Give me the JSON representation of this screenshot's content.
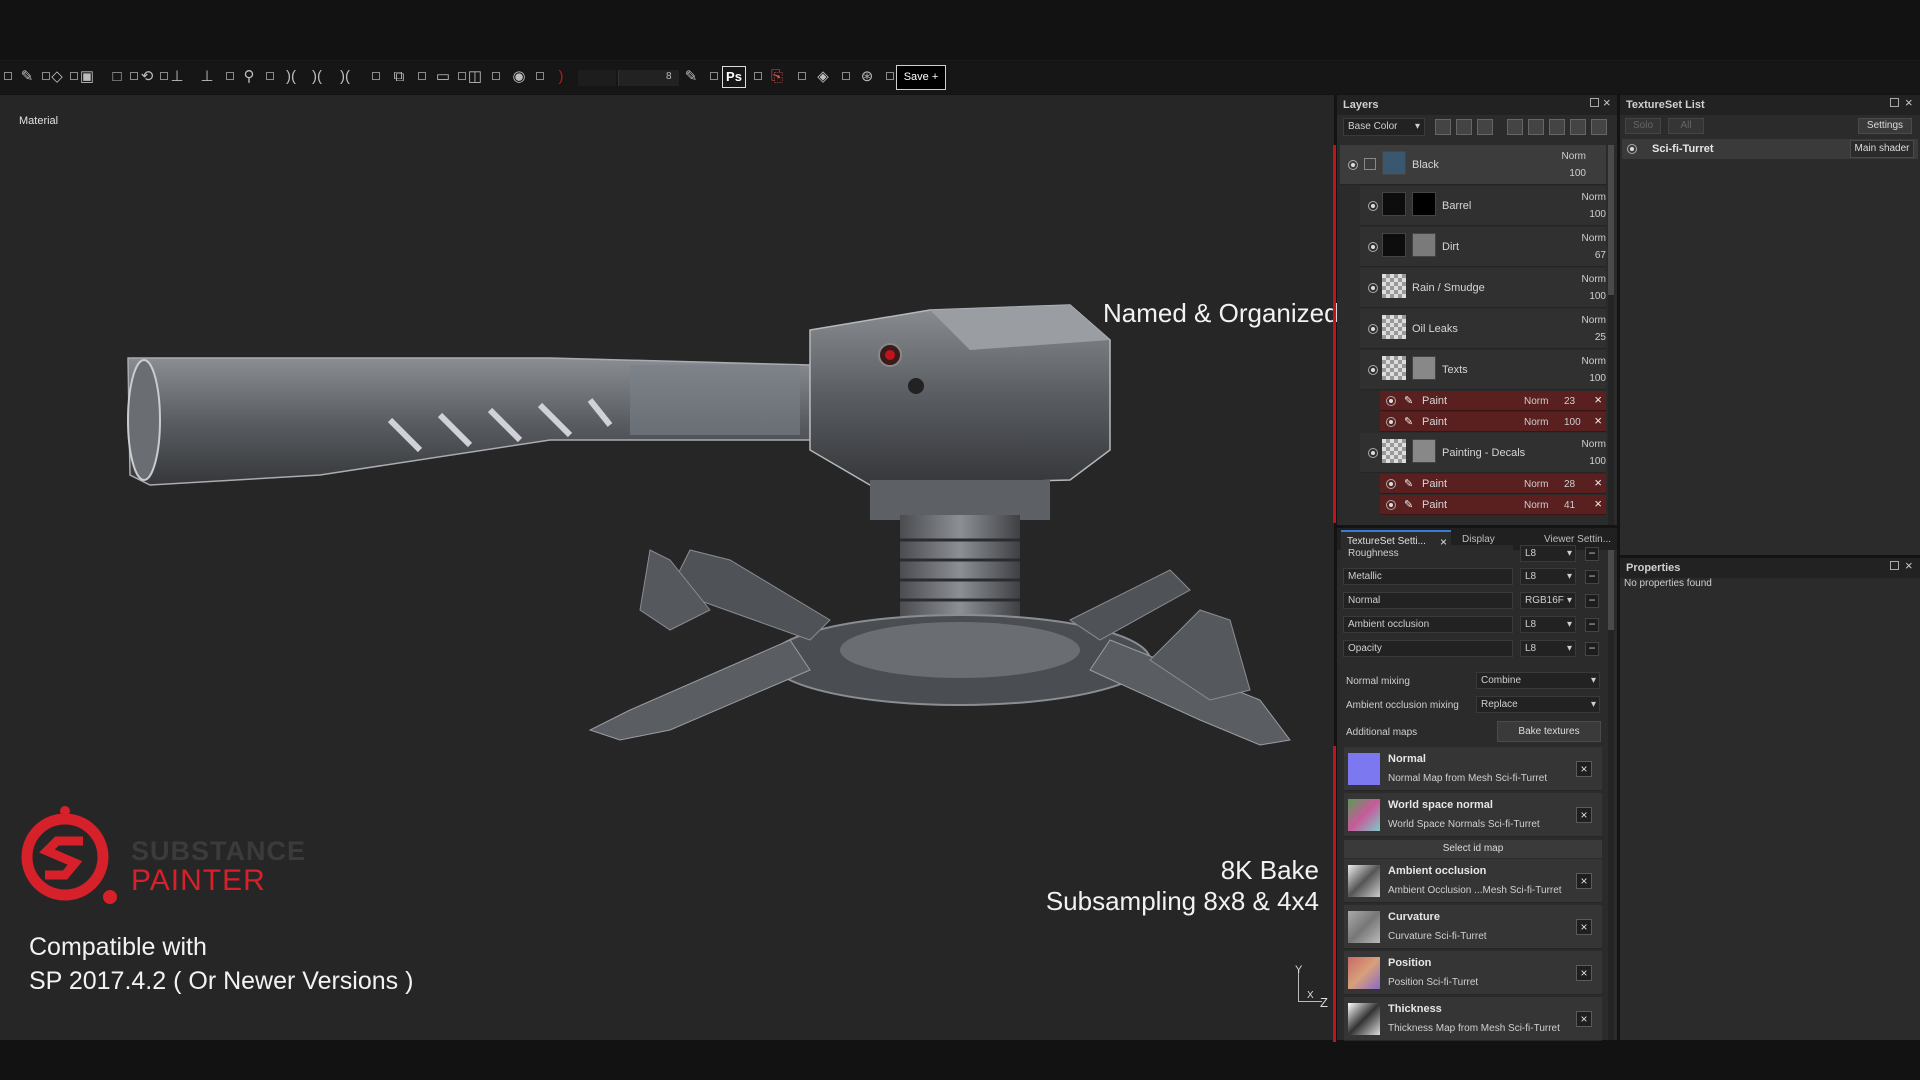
{
  "toolbar": {
    "brush_size_value": "8",
    "save_label": "Save +"
  },
  "viewport": {
    "mode_label": "Material",
    "overlay_named": "Named & Organized",
    "overlay_bake_line1": "8K Bake",
    "overlay_bake_line2": "Subsampling 8x8 & 4x4",
    "compat_line1": "Compatible with",
    "compat_line2": "SP 2017.4.2 ( Or Newer Versions )",
    "logo_line1": "SUBSTANCE",
    "logo_line2": "PAINTER",
    "axis_y": "Y",
    "axis_x": "X",
    "axis_z": "Z"
  },
  "layers": {
    "title": "Layers",
    "channel_select": "Base Color",
    "items": [
      {
        "name": "Black",
        "blend": "Norm",
        "opacity": "100"
      },
      {
        "name": "Barrel",
        "blend": "Norm",
        "opacity": "100"
      },
      {
        "name": "Dirt",
        "blend": "Norm",
        "opacity": "67"
      },
      {
        "name": "Rain / Smudge",
        "blend": "Norm",
        "opacity": "100"
      },
      {
        "name": "Oil Leaks",
        "blend": "Norm",
        "opacity": "25"
      },
      {
        "name": "Texts",
        "blend": "Norm",
        "opacity": "100"
      },
      {
        "name": "Painting - Decals",
        "blend": "Norm",
        "opacity": "100"
      }
    ],
    "effects": [
      {
        "name": "Paint",
        "blend": "Norm",
        "opacity": "23"
      },
      {
        "name": "Paint",
        "blend": "Norm",
        "opacity": "100"
      },
      {
        "name": "Paint",
        "blend": "Norm",
        "opacity": "28"
      },
      {
        "name": "Paint",
        "blend": "Norm",
        "opacity": "41"
      }
    ]
  },
  "textureset_list": {
    "title": "TextureSet List",
    "solo_label": "Solo",
    "all_label": "All",
    "settings_label": "Settings",
    "item_name": "Sci-fi-Turret",
    "item_shader": "Main shader"
  },
  "tabs": {
    "tab1": "TextureSet Setti...",
    "tab2": "Display Settin...",
    "tab3": "Viewer Settin..."
  },
  "textureset_settings": {
    "channels": [
      {
        "name": "Roughness",
        "format": "L8"
      },
      {
        "name": "Metallic",
        "format": "L8"
      },
      {
        "name": "Normal",
        "format": "RGB16F"
      },
      {
        "name": "Ambient occlusion",
        "format": "L8"
      },
      {
        "name": "Opacity",
        "format": "L8"
      }
    ],
    "normal_mixing_label": "Normal mixing",
    "normal_mixing_value": "Combine",
    "ao_mixing_label": "Ambient occlusion mixing",
    "ao_mixing_value": "Replace",
    "additional_maps_label": "Additional maps",
    "bake_button": "Bake textures",
    "select_id_map": "Select id map",
    "maps": [
      {
        "title": "Normal",
        "sub": "Normal Map from Mesh Sci-fi-Turret",
        "color": "#7c78f0"
      },
      {
        "title": "World space normal",
        "sub": "World Space Normals Sci-fi-Turret",
        "color": "#6fa86a"
      },
      {
        "title": "Ambient occlusion",
        "sub": "Ambient Occlusion ...Mesh Sci-fi-Turret",
        "color": "#c8c8c8"
      },
      {
        "title": "Curvature",
        "sub": "Curvature Sci-fi-Turret",
        "color": "#9a9a9a"
      },
      {
        "title": "Position",
        "sub": "Position Sci-fi-Turret",
        "color": "#c88a7a"
      },
      {
        "title": "Thickness",
        "sub": "Thickness Map from Mesh Sci-fi-Turret",
        "color": "#d8d8d8"
      }
    ]
  },
  "properties": {
    "title": "Properties",
    "empty_text": "No properties found"
  },
  "colors": {
    "accent_red": "#d6202a",
    "selection_red": "#c0141c",
    "viewport_bg": "#262626"
  }
}
